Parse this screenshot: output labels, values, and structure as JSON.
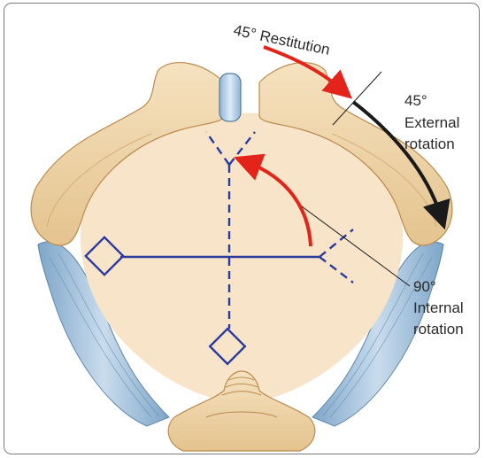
{
  "labels": {
    "restitution": "45° Restitution",
    "external_degree": "45°",
    "external_line1": "External",
    "external_line2": "rotation",
    "internal_degree": "90°",
    "internal_line1": "Internal",
    "internal_line2": "rotation"
  },
  "colors": {
    "bone": "#efd3a6",
    "bone_edge": "#b98a4e",
    "inlet": "#f8e4c8",
    "ligament": "#a8c4dc",
    "fetal_lines": "#2a3aa0",
    "restitution_arrow": "#e3241b",
    "internal_arrow": "#e3241b",
    "external_arrow": "#1a1a1a",
    "symphysis": "#bcd6ea"
  },
  "icons": {
    "anterior_fontanelle": "diamond-outline",
    "posterior_fontanelle": "diamond-outline"
  }
}
